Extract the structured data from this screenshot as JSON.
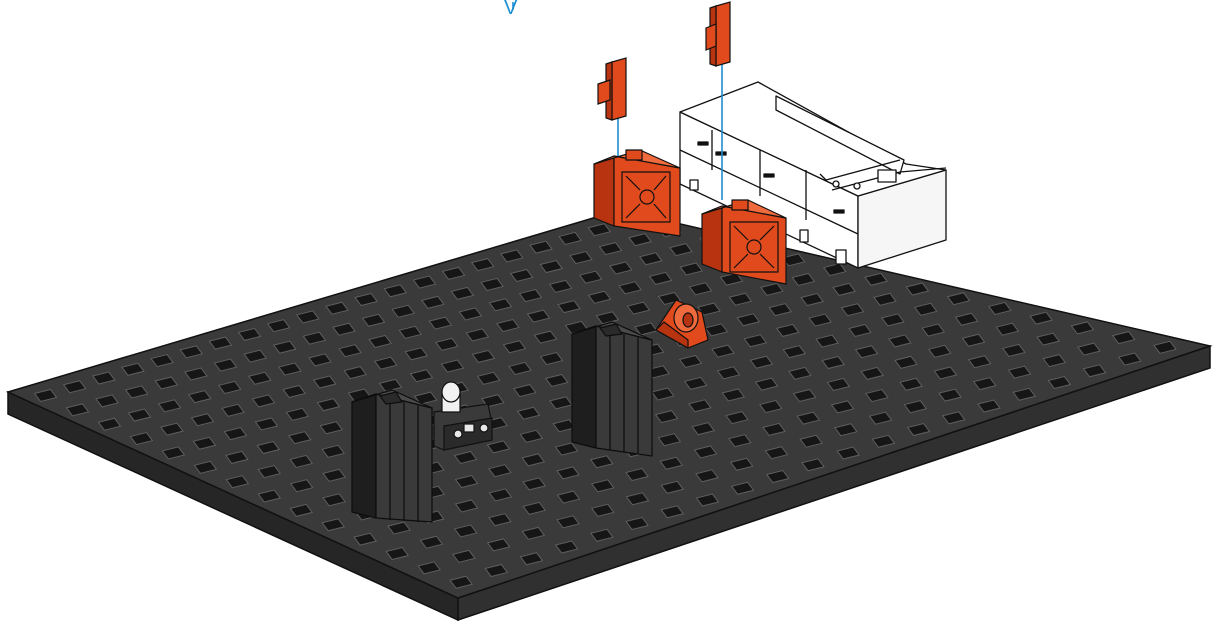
{
  "marker": {
    "label": "V"
  },
  "colors": {
    "plate_top": "#3a3a3a",
    "plate_side": "#2a2a2a",
    "plate_edge": "#111111",
    "hole": "#161616",
    "hole_highlight": "#5e5e5e",
    "orange": "#e04a1c",
    "orange_dark": "#b8330f",
    "battery": "#ffffff",
    "battery_shade": "#eeeeee",
    "pillar": "#3a3a3a",
    "pillar_dark": "#1e1e1e",
    "guide_line": "#1c8fd1",
    "led_cap": "#f2f2f2"
  },
  "components": [
    {
      "name": "base-plate"
    },
    {
      "name": "battery-box"
    },
    {
      "name": "orange-building-block"
    },
    {
      "name": "orange-building-block"
    },
    {
      "name": "orange-connector-pin"
    },
    {
      "name": "orange-connector-pin"
    },
    {
      "name": "orange-angle-block"
    },
    {
      "name": "black-pillar-block"
    },
    {
      "name": "black-pillar-block"
    },
    {
      "name": "led-module"
    }
  ]
}
